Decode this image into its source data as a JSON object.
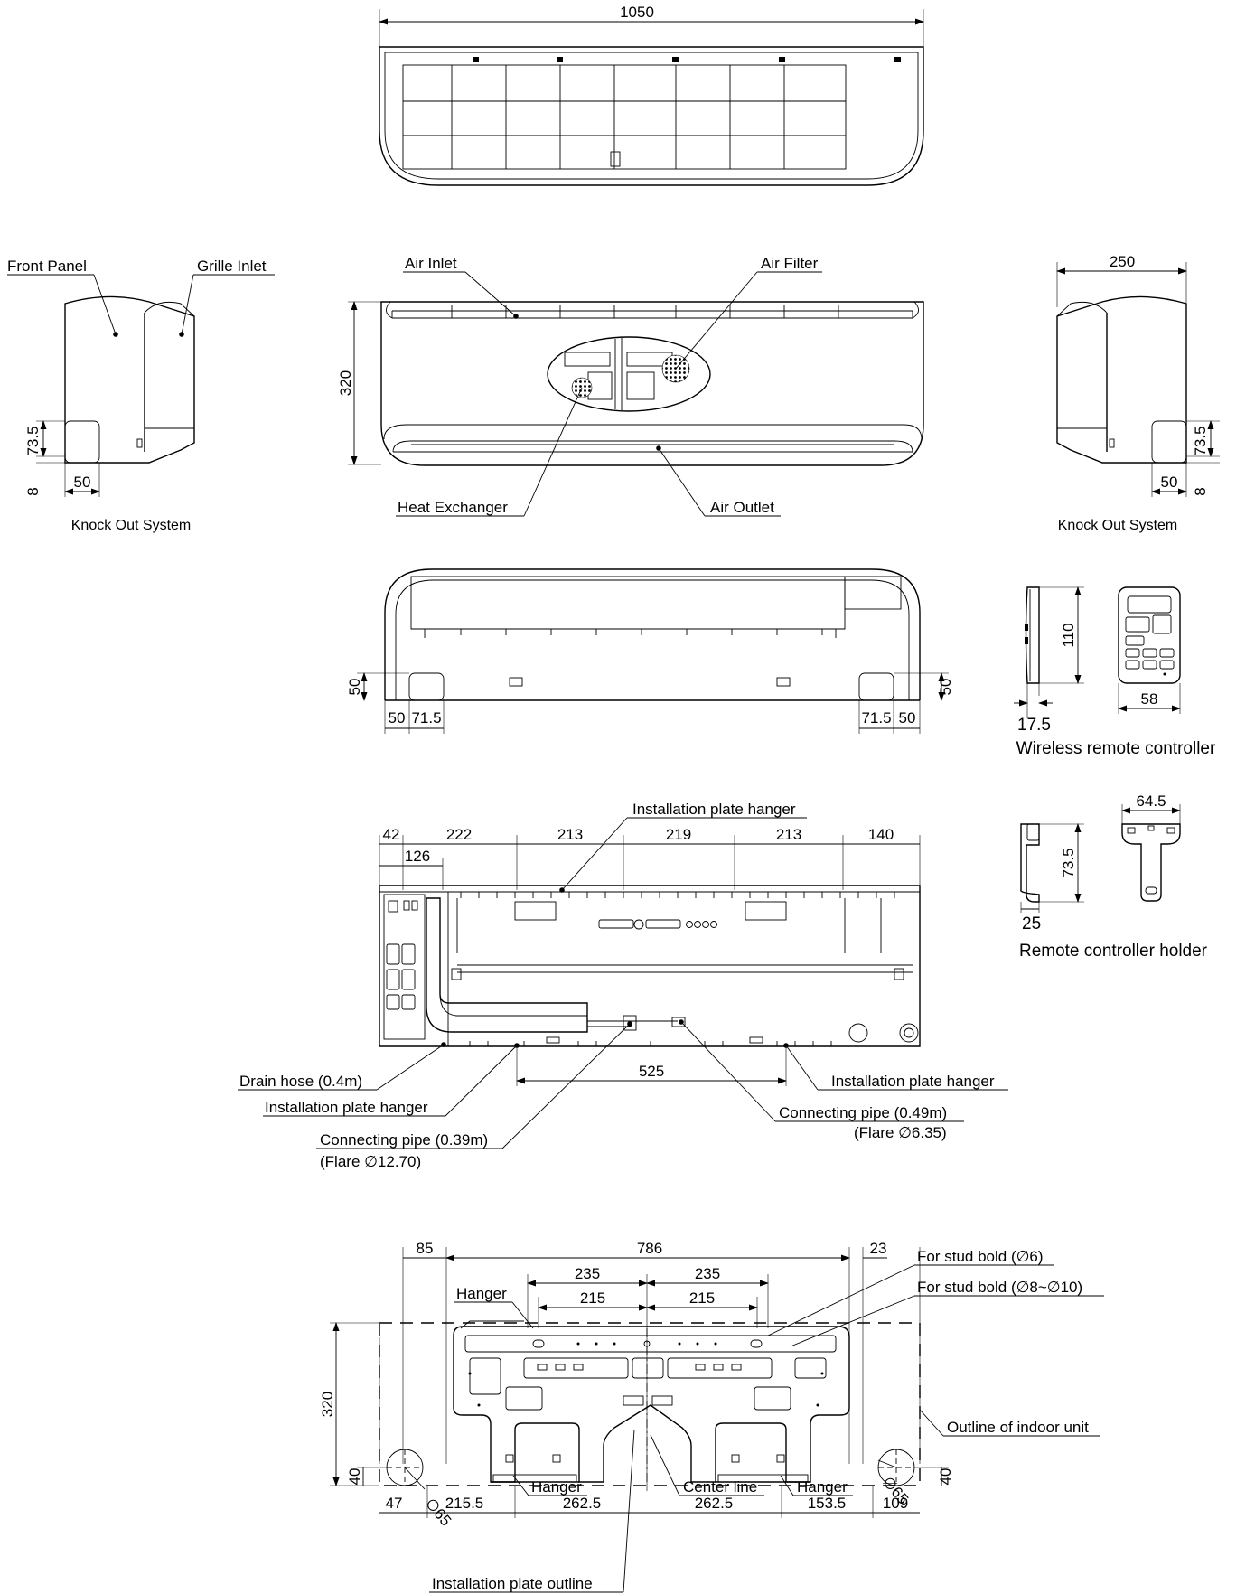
{
  "top_view": {
    "width_dim": "1050"
  },
  "front_view": {
    "labels": {
      "air_inlet": "Air Inlet",
      "air_filter": "Air Filter",
      "heat_exchanger": "Heat Exchanger",
      "air_outlet": "Air Outlet"
    },
    "height_dim": "320"
  },
  "left_side_view": {
    "labels": {
      "front_panel": "Front Panel",
      "grille_inlet": "Grille Inlet"
    },
    "dims": {
      "knock_h": "73.5",
      "base": "8",
      "knock_w": "50"
    },
    "caption": "Knock Out System"
  },
  "right_side_view": {
    "depth_dim": "250",
    "dims": {
      "knock_h": "73.5",
      "base": "8",
      "knock_w": "50"
    },
    "caption": "Knock Out System"
  },
  "bottom_view": {
    "dims": {
      "left_h": "50",
      "right_h": "50",
      "left_a": "50",
      "left_b": "71.5",
      "right_b": "71.5",
      "right_a": "50"
    }
  },
  "remote_controller": {
    "dims": {
      "height": "110",
      "width": "58",
      "depth": "17.5"
    },
    "caption": "Wireless remote controller"
  },
  "remote_holder": {
    "dims": {
      "width": "64.5",
      "height": "73.5",
      "depth": "25"
    },
    "caption": "Remote controller holder"
  },
  "rear_view": {
    "top_dims": [
      "42",
      "222",
      "213",
      "219",
      "213",
      "140"
    ],
    "sub_dim": "126",
    "pipe_dim": "525",
    "labels": {
      "plate_hanger_top": "Installation plate hanger",
      "drain_hose": "Drain hose (0.4m)",
      "plate_hanger_left": "Installation plate hanger",
      "plate_hanger_right": "Installation plate hanger",
      "pipe_gas": "Connecting pipe (0.39m)",
      "pipe_gas_flare": "(Flare ∅12.70)",
      "pipe_liquid": "Connecting pipe (0.49m)",
      "pipe_liquid_flare": "(Flare ∅6.35)"
    }
  },
  "installation_plate": {
    "top_dims": {
      "left": "85",
      "middle": "786",
      "right": "23",
      "outer_left": "235",
      "outer_right": "235",
      "inner_left": "215",
      "inner_right": "215"
    },
    "side_dims": {
      "height": "320",
      "hole_h_left": "40",
      "hole_h_right": "40"
    },
    "bottom_dims": [
      "47",
      "215.5",
      "262.5",
      "262.5",
      "153.5",
      "109"
    ],
    "labels": {
      "hanger_top": "Hanger",
      "stud_bolt_1": "For stud bold (∅6)",
      "stud_bolt_2": "For stud bold (∅8~∅10)",
      "outline_indoor": "Outline of indoor unit",
      "hole_left": "∅65",
      "hole_right": "∅65",
      "hanger_left": "Hanger",
      "center_line": "Center line",
      "hanger_right": "Hanger",
      "plate_outline": "Installation plate outline"
    }
  }
}
